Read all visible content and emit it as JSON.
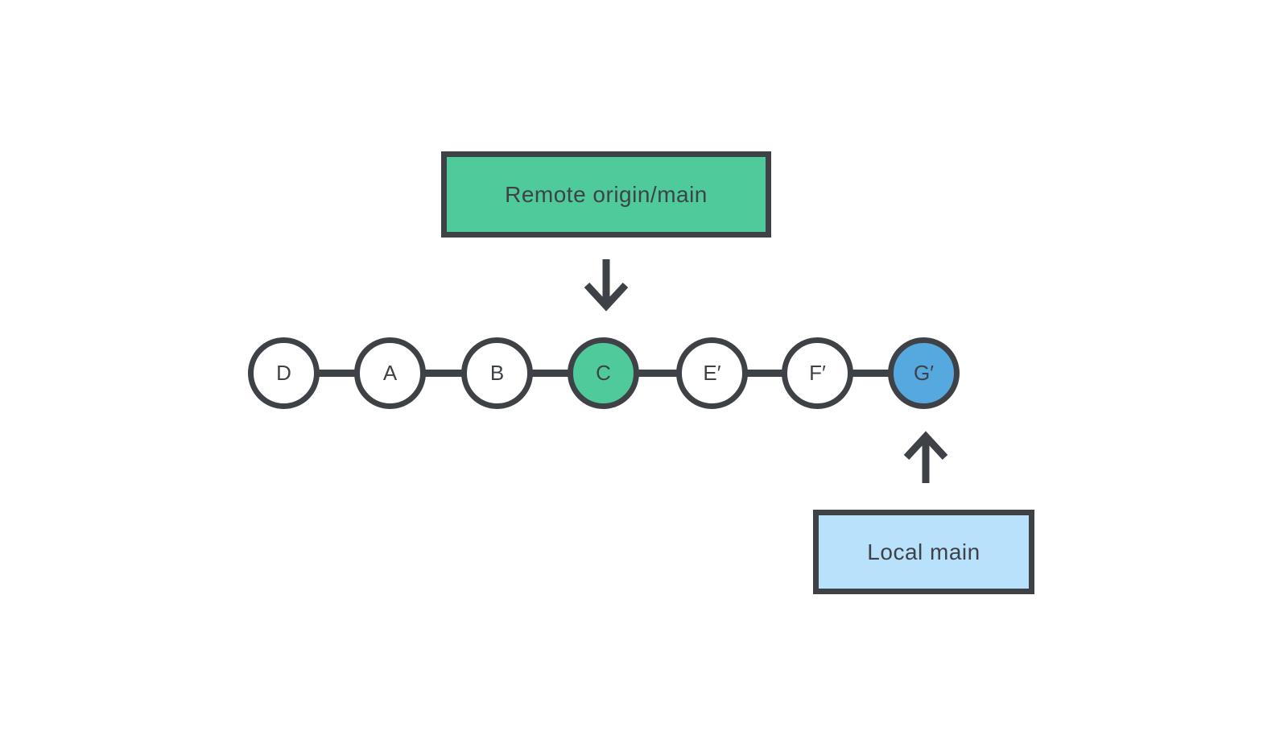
{
  "diagram": {
    "remote_branch": {
      "label": "Remote origin/main"
    },
    "local_branch": {
      "label": "Local main"
    },
    "commits": [
      {
        "label": "D",
        "fill": "white"
      },
      {
        "label": "A",
        "fill": "white"
      },
      {
        "label": "B",
        "fill": "white"
      },
      {
        "label": "C",
        "fill": "green"
      },
      {
        "label": "E′",
        "fill": "white"
      },
      {
        "label": "F′",
        "fill": "white"
      },
      {
        "label": "G′",
        "fill": "blue"
      }
    ],
    "icons": {
      "down_arrow": "arrow-down-icon",
      "up_arrow": "arrow-up-icon"
    },
    "colors": {
      "green": "#4FCB9B",
      "blue": "#55A9DF",
      "light_blue": "#B8E1FB",
      "outline": "#3E4247",
      "background": "#FFFFFF"
    }
  }
}
